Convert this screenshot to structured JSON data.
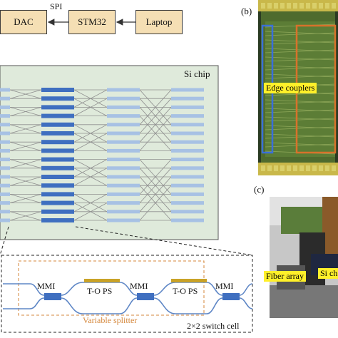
{
  "blocks": {
    "dac": "DAC",
    "stm32": "STM32",
    "laptop": "Laptop",
    "spi": "SPI"
  },
  "chip": {
    "label": "Si chip"
  },
  "switch_cell": {
    "mmi": "MMI",
    "tops": "T-O PS",
    "variable_splitter": "Variable splitter",
    "cell_label": "2×2 switch cell"
  },
  "panel_b": {
    "tag": "(b)",
    "edge_couplers": "Edge couplers"
  },
  "panel_c": {
    "tag": "(c)",
    "fiber_array": "Fiber array",
    "si_chip_partial": "Si ch"
  },
  "colors": {
    "block_fill": "#f5dfb4",
    "chip_fill": "#dfeadb",
    "waveguide_blue": "#3f6fc0",
    "ps_gold": "#c9a227",
    "label_yellow": "#fff02a"
  }
}
